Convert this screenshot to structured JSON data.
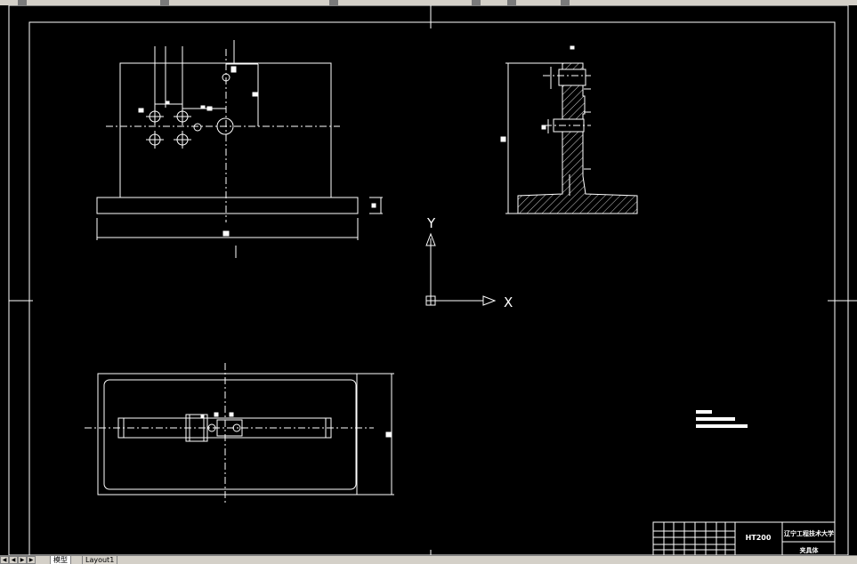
{
  "title_block": {
    "material": "HT200",
    "school": "辽宁工程技术大学",
    "drawing_name": "夹具体"
  },
  "ucs": {
    "x_label": "X",
    "y_label": "Y"
  },
  "layout_tabs": {
    "model": "模型",
    "layout1": "Layout1"
  },
  "colors": {
    "background": "#000000",
    "lines": "#ffffff",
    "ui_gray": "#d4d0c8"
  }
}
